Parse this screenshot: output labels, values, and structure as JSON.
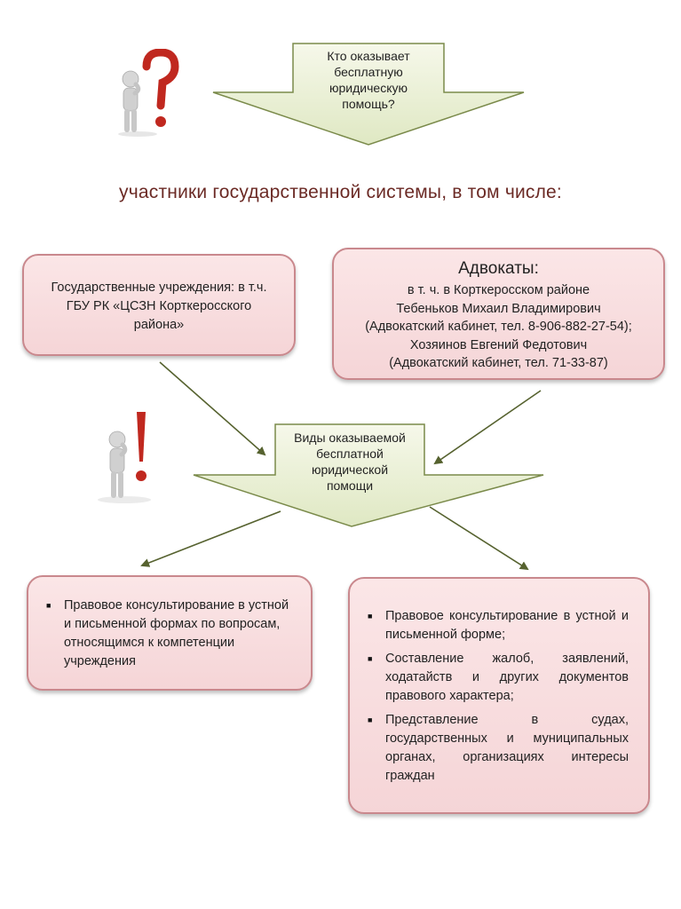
{
  "top_arrow": {
    "label_lines": [
      "Кто оказывает",
      "бесплатную",
      "юридическую",
      "помощь?"
    ]
  },
  "subtitle": "участники государственной системы, в том числе:",
  "left_box": {
    "lines": [
      "Государственные учреждения: в т.ч.",
      "ГБУ РК «ЦСЗН Корткеросского",
      "района»"
    ]
  },
  "right_box": {
    "title": "Адвокаты:",
    "lines": [
      "в т. ч. в Корткеросском районе",
      "Тебеньков Михаил Владимирович",
      "(Адвокатский кабинет, тел. 8-906-882-27-54);",
      "Хозяинов Евгений Федотович",
      "(Адвокатский кабинет, тел. 71-33-87)"
    ]
  },
  "middle_arrow": {
    "label_lines": [
      "Виды оказываемой",
      "бесплатной",
      "юридической",
      "помощи"
    ]
  },
  "bottom_left_box": {
    "items": [
      "Правовое консультирование в устной и письменной формах по вопросам, относящимся к компетенции учреждения"
    ]
  },
  "bottom_right_box": {
    "items": [
      "Правовое консультирование в устной и письменной форме;",
      "Составление жалоб, заявлений, ходатайств и других документов правового характера;",
      "Представление в судах, государственных и муниципальных органах, организациях интересы граждан"
    ]
  },
  "icons": [
    "thinking-figure-question-icon",
    "thinking-figure-exclamation-icon"
  ],
  "colors": {
    "box_fill": "#f7dcdd",
    "box_border": "#c9888d",
    "arrow_fill": "#eef3da",
    "arrow_border": "#7a8a4a",
    "subtitle": "#6b2a25"
  }
}
